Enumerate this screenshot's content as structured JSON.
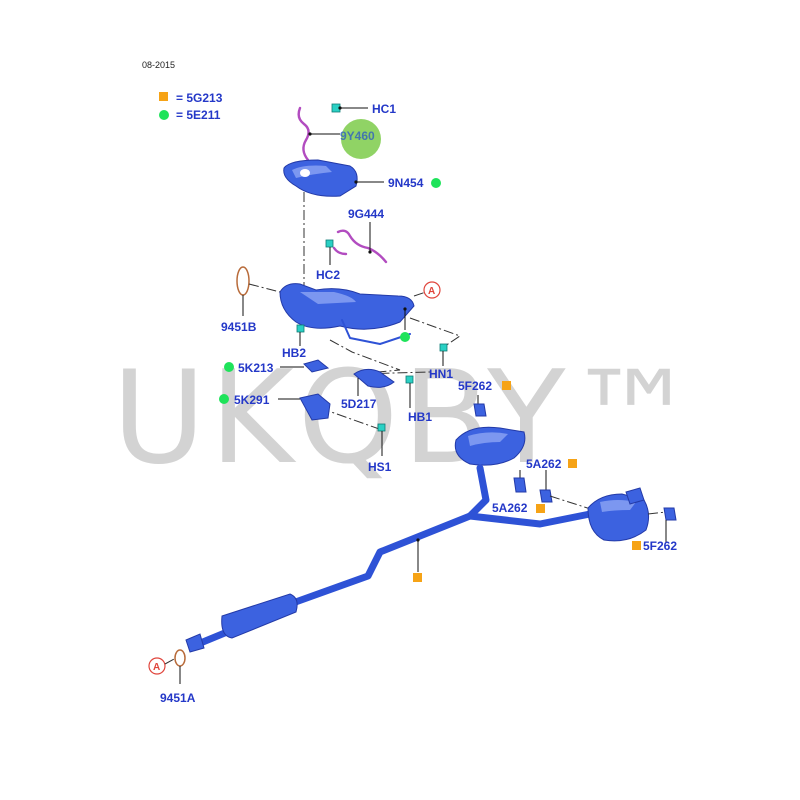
{
  "header": {
    "date_code": "08-2015"
  },
  "legend": [
    {
      "marker": "square",
      "color": "#f6a316",
      "text": "= 5G213"
    },
    {
      "marker": "circle",
      "color": "#1ee35a",
      "text": "= 5E211"
    }
  ],
  "watermark": "UKQBY™",
  "reference_marker": "A",
  "callouts": {
    "hc1": "HC1",
    "part_9y460": "9Y460",
    "part_9n454": "9N454",
    "part_9g444": "9G444",
    "hc2": "HC2",
    "part_9451b": "9451B",
    "hb2": "HB2",
    "part_5k213": "5K213",
    "hn1": "HN1",
    "part_5f262_upper": "5F262",
    "part_5k291": "5K291",
    "part_5d217": "5D217",
    "hb1": "HB1",
    "hs1": "HS1",
    "part_5a262_upper": "5A262",
    "part_5a262_lower": "5A262",
    "part_5f262_lower": "5F262",
    "part_9451a": "9451A"
  },
  "colors": {
    "label": "#2438c8",
    "part_blue": "#3c62e0",
    "clip_cyan": "#2ad0c4",
    "hose_purple": "#b24cc0",
    "ref_circle": "#e0453c",
    "highlight_circle": "#7ccb4a"
  }
}
